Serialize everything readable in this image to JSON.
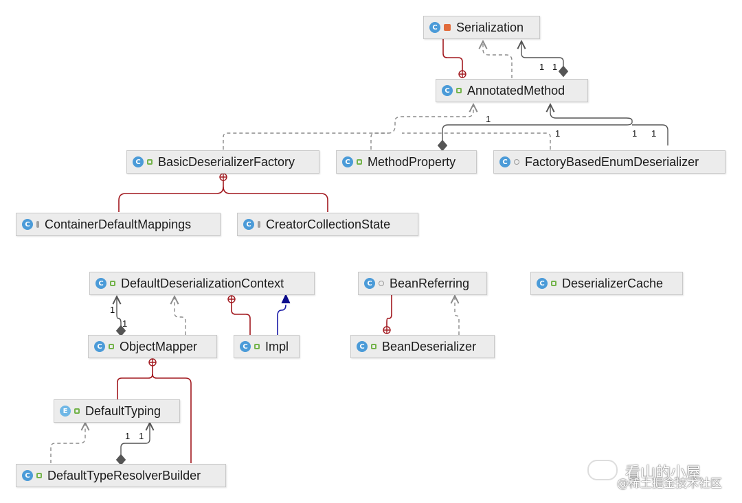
{
  "nodes": {
    "serialization": {
      "label": "Serialization",
      "kind": "C"
    },
    "annotated_method": {
      "label": "AnnotatedMethod",
      "kind": "C"
    },
    "basic_deserializer_factory": {
      "label": "BasicDeserializerFactory",
      "kind": "C"
    },
    "method_property": {
      "label": "MethodProperty",
      "kind": "C"
    },
    "factory_based_enum_deserializer": {
      "label": "FactoryBasedEnumDeserializer",
      "kind": "C"
    },
    "container_default_mappings": {
      "label": "ContainerDefaultMappings",
      "kind": "C"
    },
    "creator_collection_state": {
      "label": "CreatorCollectionState",
      "kind": "C"
    },
    "default_deserialization_context": {
      "label": "DefaultDeserializationContext",
      "kind": "C"
    },
    "bean_referring": {
      "label": "BeanReferring",
      "kind": "C"
    },
    "deserializer_cache": {
      "label": "DeserializerCache",
      "kind": "C"
    },
    "object_mapper": {
      "label": "ObjectMapper",
      "kind": "C"
    },
    "impl": {
      "label": "Impl",
      "kind": "C"
    },
    "bean_deserializer": {
      "label": "BeanDeserializer",
      "kind": "C"
    },
    "default_typing": {
      "label": "DefaultTyping",
      "kind": "E"
    },
    "default_type_resolver_builder": {
      "label": "DefaultTypeResolverBuilder",
      "kind": "C"
    }
  },
  "multiplicity": "1",
  "colors": {
    "inner_class_edge": "#a2191f",
    "dependency_edge": "#8a8a8a",
    "association_edge": "#555555",
    "inheritance_edge": "#1a1aa6"
  },
  "watermark": {
    "line1": "看山的小屋",
    "line2": "@稀土掘金技术社区"
  }
}
